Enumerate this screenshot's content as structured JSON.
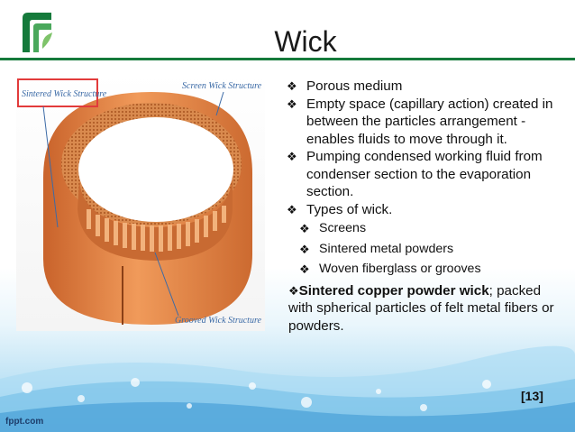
{
  "slide": {
    "title": "Wick",
    "figure": {
      "label_sintered": "Sintered Wick Structure",
      "label_screen": "Screen Wick Structure",
      "label_grooved": "Grooved Wick Structure"
    },
    "bullets": [
      {
        "text": "Porous medium"
      },
      {
        "text": "Empty space (capillary action) created in between the particles arrangement - enables fluids to move through it."
      },
      {
        "text": "Pumping condensed working fluid from condenser section to the evaporation section."
      },
      {
        "text": "Types of wick."
      }
    ],
    "sub_bullets": [
      {
        "text": "Screens"
      },
      {
        "text": "Sintered metal powders"
      },
      {
        "text": "Woven fiberglass or grooves"
      }
    ],
    "wick_note": {
      "bold": "Sintered copper powder wick",
      "rest": "; packed with spherical particles of felt metal fibers or powders."
    },
    "reference": "[13]",
    "footer": "fppt.com",
    "bullet_glyph": "❖"
  },
  "colors": {
    "accent_green": "#157a3b",
    "highlight_red": "#e23b3b",
    "wick_orange": "#e07a3a"
  }
}
